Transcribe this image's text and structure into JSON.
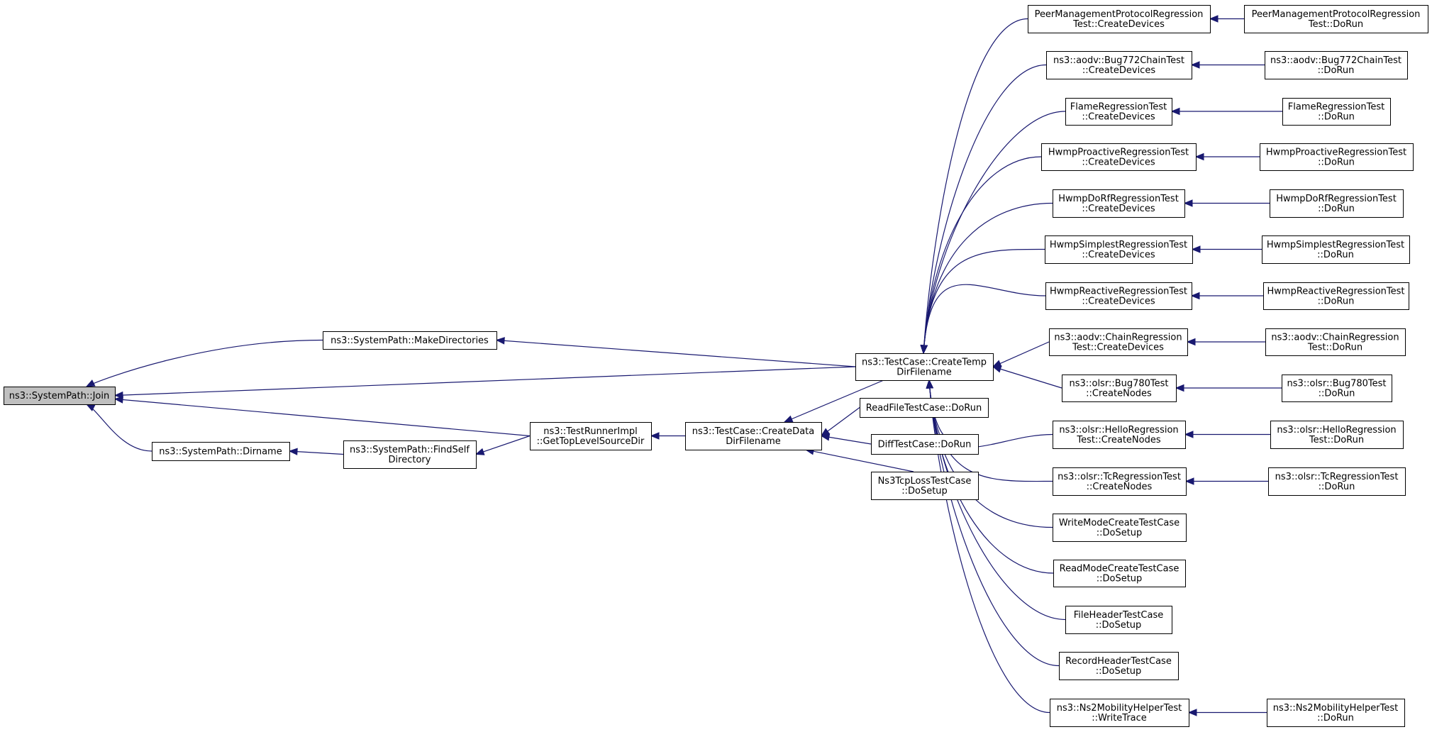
{
  "graph": {
    "root": "join",
    "edge_color": "#191970",
    "root_fill": "#bfbfbf",
    "nodes": [
      {
        "id": "join",
        "lines": [
          "ns3::SystemPath::Join"
        ]
      },
      {
        "id": "makedirs",
        "lines": [
          "ns3::SystemPath::MakeDirectories"
        ]
      },
      {
        "id": "dirname",
        "lines": [
          "ns3::SystemPath::Dirname"
        ]
      },
      {
        "id": "findself",
        "lines": [
          "ns3::SystemPath::FindSelf",
          "Directory"
        ]
      },
      {
        "id": "gettop",
        "lines": [
          "ns3::TestRunnerImpl",
          "::GetTopLevelSourceDir"
        ]
      },
      {
        "id": "createdata",
        "lines": [
          "ns3::TestCase::CreateData",
          "DirFilename"
        ]
      },
      {
        "id": "createtemp",
        "lines": [
          "ns3::TestCase::CreateTemp",
          "DirFilename"
        ]
      },
      {
        "id": "readfile",
        "lines": [
          "ReadFileTestCase::DoRun"
        ]
      },
      {
        "id": "difftest",
        "lines": [
          "DiffTestCase::DoRun"
        ]
      },
      {
        "id": "tcploss",
        "lines": [
          "Ns3TcpLossTestCase",
          "::DoSetup"
        ]
      },
      {
        "id": "peer_cd",
        "lines": [
          "PeerManagementProtocolRegression",
          "Test::CreateDevices"
        ]
      },
      {
        "id": "peer_run",
        "lines": [
          "PeerManagementProtocolRegression",
          "Test::DoRun"
        ]
      },
      {
        "id": "bug772_cd",
        "lines": [
          "ns3::aodv::Bug772ChainTest",
          "::CreateDevices"
        ]
      },
      {
        "id": "bug772_run",
        "lines": [
          "ns3::aodv::Bug772ChainTest",
          "::DoRun"
        ]
      },
      {
        "id": "flame_cd",
        "lines": [
          "FlameRegressionTest",
          "::CreateDevices"
        ]
      },
      {
        "id": "flame_run",
        "lines": [
          "FlameRegressionTest",
          "::DoRun"
        ]
      },
      {
        "id": "hwpro_cd",
        "lines": [
          "HwmpProactiveRegressionTest",
          "::CreateDevices"
        ]
      },
      {
        "id": "hwpro_run",
        "lines": [
          "HwmpProactiveRegressionTest",
          "::DoRun"
        ]
      },
      {
        "id": "hwdorf_cd",
        "lines": [
          "HwmpDoRfRegressionTest",
          "::CreateDevices"
        ]
      },
      {
        "id": "hwdorf_run",
        "lines": [
          "HwmpDoRfRegressionTest",
          "::DoRun"
        ]
      },
      {
        "id": "hwsimp_cd",
        "lines": [
          "HwmpSimplestRegressionTest",
          "::CreateDevices"
        ]
      },
      {
        "id": "hwsimp_run",
        "lines": [
          "HwmpSimplestRegressionTest",
          "::DoRun"
        ]
      },
      {
        "id": "hwreac_cd",
        "lines": [
          "HwmpReactiveRegressionTest",
          "::CreateDevices"
        ]
      },
      {
        "id": "hwreac_run",
        "lines": [
          "HwmpReactiveRegressionTest",
          "::DoRun"
        ]
      },
      {
        "id": "aodvchain_cd",
        "lines": [
          "ns3::aodv::ChainRegression",
          "Test::CreateDevices"
        ]
      },
      {
        "id": "aodvchain_run",
        "lines": [
          "ns3::aodv::ChainRegression",
          "Test::DoRun"
        ]
      },
      {
        "id": "bug780_cn",
        "lines": [
          "ns3::olsr::Bug780Test",
          "::CreateNodes"
        ]
      },
      {
        "id": "bug780_run",
        "lines": [
          "ns3::olsr::Bug780Test",
          "::DoRun"
        ]
      },
      {
        "id": "hello_cn",
        "lines": [
          "ns3::olsr::HelloRegression",
          "Test::CreateNodes"
        ]
      },
      {
        "id": "hello_run",
        "lines": [
          "ns3::olsr::HelloRegression",
          "Test::DoRun"
        ]
      },
      {
        "id": "tc_cn",
        "lines": [
          "ns3::olsr::TcRegressionTest",
          "::CreateNodes"
        ]
      },
      {
        "id": "tc_run",
        "lines": [
          "ns3::olsr::TcRegressionTest",
          "::DoRun"
        ]
      },
      {
        "id": "writemode",
        "lines": [
          "WriteModeCreateTestCase",
          "::DoSetup"
        ]
      },
      {
        "id": "readmode",
        "lines": [
          "ReadModeCreateTestCase",
          "::DoSetup"
        ]
      },
      {
        "id": "fileheader",
        "lines": [
          "FileHeaderTestCase",
          "::DoSetup"
        ]
      },
      {
        "id": "recordheader",
        "lines": [
          "RecordHeaderTestCase",
          "::DoSetup"
        ]
      },
      {
        "id": "ns2_wt",
        "lines": [
          "ns3::Ns2MobilityHelperTest",
          "::WriteTrace"
        ]
      },
      {
        "id": "ns2_run",
        "lines": [
          "ns3::Ns2MobilityHelperTest",
          "::DoRun"
        ]
      }
    ],
    "edges": [
      [
        "makedirs",
        "join"
      ],
      [
        "createtemp",
        "join"
      ],
      [
        "gettop",
        "join"
      ],
      [
        "dirname",
        "join"
      ],
      [
        "findself",
        "dirname"
      ],
      [
        "gettop",
        "findself"
      ],
      [
        "createdata",
        "gettop"
      ],
      [
        "createtemp",
        "makedirs"
      ],
      [
        "createtemp",
        "createdata"
      ],
      [
        "readfile",
        "createdata"
      ],
      [
        "difftest",
        "createdata"
      ],
      [
        "tcploss",
        "createdata"
      ],
      [
        "peer_cd",
        "createtemp"
      ],
      [
        "bug772_cd",
        "createtemp"
      ],
      [
        "flame_cd",
        "createtemp"
      ],
      [
        "hwpro_cd",
        "createtemp"
      ],
      [
        "hwdorf_cd",
        "createtemp"
      ],
      [
        "hwsimp_cd",
        "createtemp"
      ],
      [
        "hwreac_cd",
        "createtemp"
      ],
      [
        "aodvchain_cd",
        "createtemp"
      ],
      [
        "bug780_cn",
        "createtemp"
      ],
      [
        "hello_cn",
        "createtemp"
      ],
      [
        "tc_cn",
        "createtemp"
      ],
      [
        "writemode",
        "createtemp"
      ],
      [
        "readmode",
        "createtemp"
      ],
      [
        "fileheader",
        "createtemp"
      ],
      [
        "recordheader",
        "createtemp"
      ],
      [
        "ns2_wt",
        "createtemp"
      ],
      [
        "peer_run",
        "peer_cd"
      ],
      [
        "bug772_run",
        "bug772_cd"
      ],
      [
        "flame_run",
        "flame_cd"
      ],
      [
        "hwpro_run",
        "hwpro_cd"
      ],
      [
        "hwdorf_run",
        "hwdorf_cd"
      ],
      [
        "hwsimp_run",
        "hwsimp_cd"
      ],
      [
        "hwreac_run",
        "hwreac_cd"
      ],
      [
        "aodvchain_run",
        "aodvchain_cd"
      ],
      [
        "bug780_run",
        "bug780_cn"
      ],
      [
        "hello_run",
        "hello_cn"
      ],
      [
        "tc_run",
        "tc_cn"
      ],
      [
        "ns2_run",
        "ns2_wt"
      ]
    ]
  }
}
